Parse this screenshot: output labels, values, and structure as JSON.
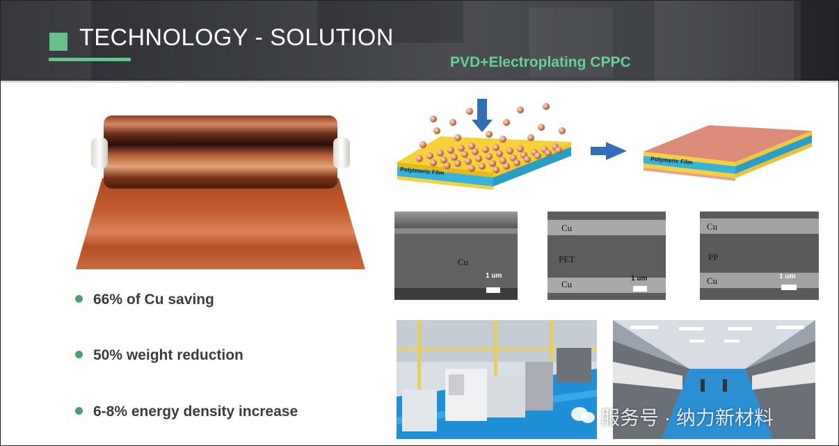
{
  "header": {
    "title": "TECHNOLOGY - SOLUTION",
    "subtitle": "PVD+Electroplating CPPC"
  },
  "bullets": [
    "66% of Cu saving",
    "50% weight reduction",
    "6-8% energy density increase"
  ],
  "diagram": {
    "left_film_label": "Polytmeric Film",
    "right_film_label": "Polymeric Film"
  },
  "sem_images": [
    {
      "labels": [
        "Cu"
      ],
      "scale": "1 um"
    },
    {
      "labels": [
        "Cu",
        "PET",
        "Cu"
      ],
      "scale": "1 um"
    },
    {
      "labels": [
        "Cu",
        "PP",
        "Cu"
      ],
      "scale": "1 um"
    }
  ],
  "watermark": "服务号 · 纳力新材料",
  "colors": {
    "accent_green": "#66c28b",
    "copper": "#c8643a",
    "film_blue": "#38b3d8",
    "film_yellow": "#f5d23a",
    "floor_blue": "#1f8fd8"
  }
}
